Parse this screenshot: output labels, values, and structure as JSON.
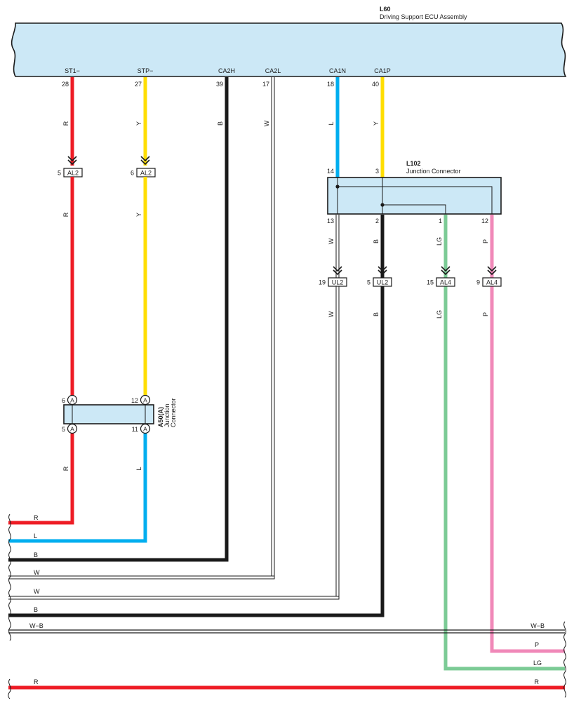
{
  "ecu": {
    "id": "L60",
    "name": "Driving Support ECU Assembly"
  },
  "ecu_pins": [
    {
      "label": "ST1−",
      "num": "28",
      "color": "R"
    },
    {
      "label": "STP−",
      "num": "27",
      "color": "Y"
    },
    {
      "label": "CA2H",
      "num": "39",
      "color": "B"
    },
    {
      "label": "CA2L",
      "num": "17",
      "color": "W"
    },
    {
      "label": "CA1N",
      "num": "18",
      "color": "L"
    },
    {
      "label": "CA1P",
      "num": "40",
      "color": "Y"
    }
  ],
  "al2_connectors": [
    {
      "pin": "5",
      "name": "AL2",
      "color_below": "R"
    },
    {
      "pin": "6",
      "name": "AL2",
      "color_below": "Y"
    }
  ],
  "jc_l102": {
    "id": "L102",
    "name": "Junction Connector",
    "top_pins": [
      "14",
      "3"
    ],
    "bottom_pins": [
      "13",
      "2",
      "1",
      "12"
    ]
  },
  "lower_connectors": [
    {
      "pin": "19",
      "name": "UL2",
      "color_above": "W",
      "color_below": "W"
    },
    {
      "pin": "5",
      "name": "UL2",
      "color_above": "B",
      "color_below": "B"
    },
    {
      "pin": "15",
      "name": "AL4",
      "color_above": "LG",
      "color_below": "LG"
    },
    {
      "pin": "9",
      "name": "AL4",
      "color_above": "P",
      "color_below": "P"
    }
  ],
  "jc_a50": {
    "id": "A50(A)",
    "name_line1": "Junction",
    "name_line2": "Connector",
    "pin_letter": "A",
    "top_pins": [
      "6",
      "12"
    ],
    "bottom_pins": [
      "5",
      "11"
    ],
    "colors_below": [
      "R",
      "L"
    ]
  },
  "bottom_left_wires": [
    "R",
    "L",
    "B",
    "W",
    "W",
    "B",
    "W−B",
    "R"
  ],
  "bottom_right_wires": [
    "W−B",
    "P",
    "LG",
    "R"
  ],
  "wire_colors": {
    "R": "#ee1c25",
    "Y": "#ffde00",
    "B": "#1a1a1a",
    "W": "#ffffff",
    "L": "#00aeef",
    "LG": "#7ccb96",
    "P": "#f088b8"
  }
}
